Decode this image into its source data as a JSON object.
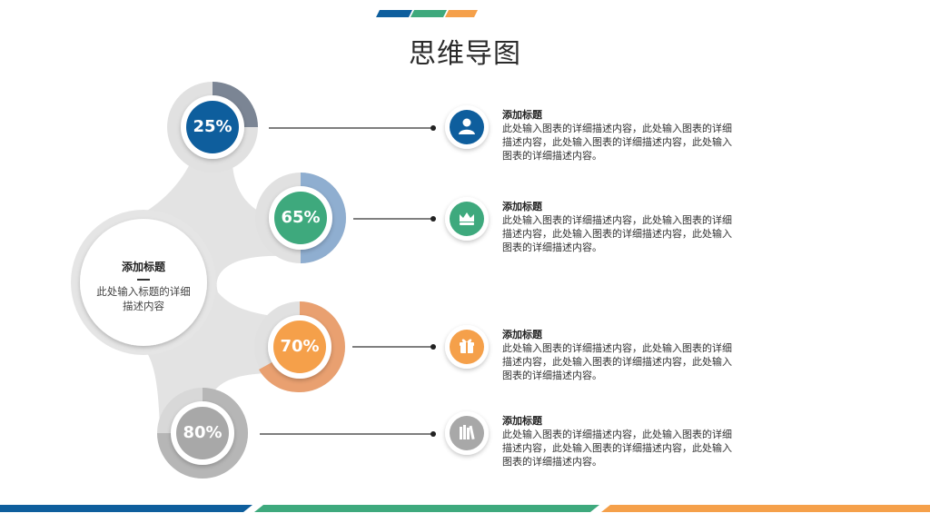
{
  "title": "思维导图",
  "colors": {
    "blue": "#0e5e9d",
    "green": "#3ea97d",
    "orange": "#f5a04a",
    "gray": "#a8a8a8",
    "ring_blue": "#8faed0",
    "ring_orange": "#e9a070",
    "ring_slate": "#7b8594"
  },
  "center": {
    "title": "添加标题",
    "description_line1": "此处输入标题的详细",
    "description_line2": "描述内容"
  },
  "nodes": [
    {
      "percent": "25%",
      "value": 25,
      "color": "blue",
      "icon": "user-icon",
      "item_title": "添加标题",
      "desc_line1": "此处输入图表的详细描述内容，此处输入图表的详细",
      "desc_line2": "描述内容，此处输入图表的详细描述内容，此处输入",
      "desc_line3": "图表的详细描述内容。"
    },
    {
      "percent": "65%",
      "value": 65,
      "color": "green",
      "icon": "crown-icon",
      "item_title": "添加标题",
      "desc_line1": "此处输入图表的详细描述内容，此处输入图表的详细",
      "desc_line2": "描述内容，此处输入图表的详细描述内容，此处输入",
      "desc_line3": "图表的详细描述内容。"
    },
    {
      "percent": "70%",
      "value": 70,
      "color": "orange",
      "icon": "gift-icon",
      "item_title": "添加标题",
      "desc_line1": "此处输入图表的详细描述内容，此处输入图表的详细",
      "desc_line2": "描述内容，此处输入图表的详细描述内容，此处输入",
      "desc_line3": "图表的详细描述内容。"
    },
    {
      "percent": "80%",
      "value": 80,
      "color": "gray",
      "icon": "books-icon",
      "item_title": "添加标题",
      "desc_line1": "此处输入图表的详细描述内容，此处输入图表的详细",
      "desc_line2": "描述内容，此处输入图表的详细描述内容，此处输入",
      "desc_line3": "图表的详细描述内容。"
    }
  ]
}
